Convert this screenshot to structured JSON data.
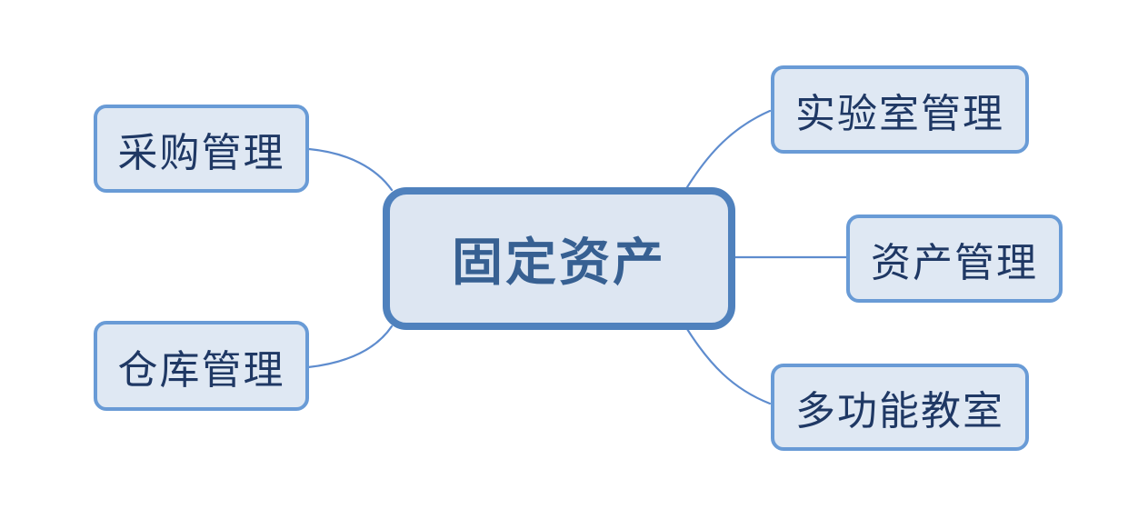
{
  "diagram": {
    "type": "mindmap",
    "root": {
      "id": "fixed-assets",
      "label": "固定资产"
    },
    "branches": [
      {
        "id": "purchase",
        "label": "采购管理",
        "side": "left"
      },
      {
        "id": "warehouse",
        "label": "仓库管理",
        "side": "left"
      },
      {
        "id": "lab",
        "label": "实验室管理",
        "side": "right"
      },
      {
        "id": "asset",
        "label": "资产管理",
        "side": "right"
      },
      {
        "id": "classroom",
        "label": "多功能教室",
        "side": "right"
      }
    ],
    "connections": [
      {
        "from": "fixed-assets",
        "to": "purchase"
      },
      {
        "from": "fixed-assets",
        "to": "warehouse"
      },
      {
        "from": "fixed-assets",
        "to": "lab"
      },
      {
        "from": "fixed-assets",
        "to": "asset"
      },
      {
        "from": "fixed-assets",
        "to": "classroom"
      }
    ],
    "colors": {
      "background": "#ffffff",
      "root_border": "#4f81bd",
      "root_fill": "#dde6f2",
      "root_text": "#376092",
      "branch_border": "#699bd6",
      "branch_fill": "#dfe8f3",
      "branch_text": "#1f3864",
      "connector": "#5e8cce"
    }
  }
}
